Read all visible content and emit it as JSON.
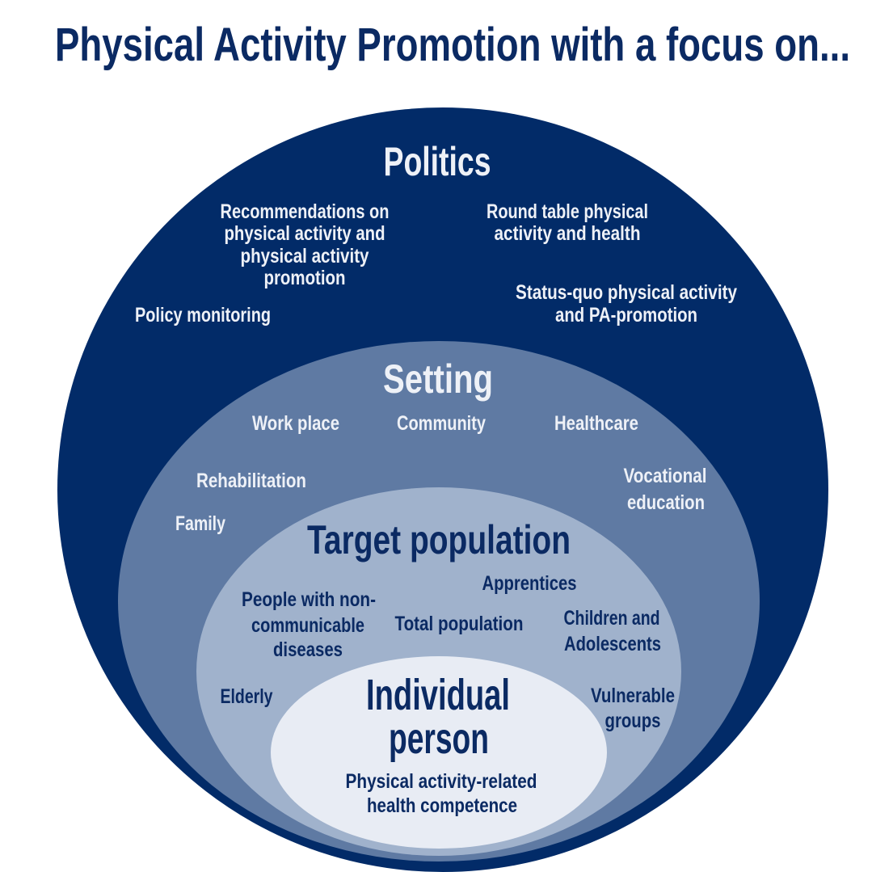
{
  "title": "Physical Activity Promotion with a focus on...",
  "colors": {
    "title": "#0b2a63",
    "politics": "#022b68",
    "setting": "#5f7aa3",
    "target": "#a0b2cc",
    "individual": "#e8ecf4"
  },
  "politics": {
    "heading": "Politics",
    "recommendations": [
      "Recommendations on",
      "physical activity and",
      "physical activity",
      "promotion"
    ],
    "round_table": [
      "Round table physical",
      "activity and health"
    ],
    "policy_monitoring": "Policy monitoring",
    "status_quo": [
      "Status-quo physical activity",
      "and PA-promotion"
    ]
  },
  "setting": {
    "heading": "Setting",
    "work_place": "Work place",
    "community": "Community",
    "healthcare": "Healthcare",
    "rehabilitation": "Rehabilitation",
    "vocational": [
      "Vocational",
      "education"
    ],
    "family": "Family"
  },
  "target": {
    "heading": "Target population",
    "ncd": [
      "People with non-",
      "communicable",
      "diseases"
    ],
    "apprentices": "Apprentices",
    "total": "Total population",
    "children": [
      "Children and",
      "Adolescents"
    ],
    "elderly": "Elderly",
    "vulnerable": [
      "Vulnerable",
      "groups"
    ]
  },
  "individual": {
    "heading": [
      "Individual",
      "person"
    ],
    "competence": [
      "Physical activity-related",
      "health competence"
    ]
  }
}
